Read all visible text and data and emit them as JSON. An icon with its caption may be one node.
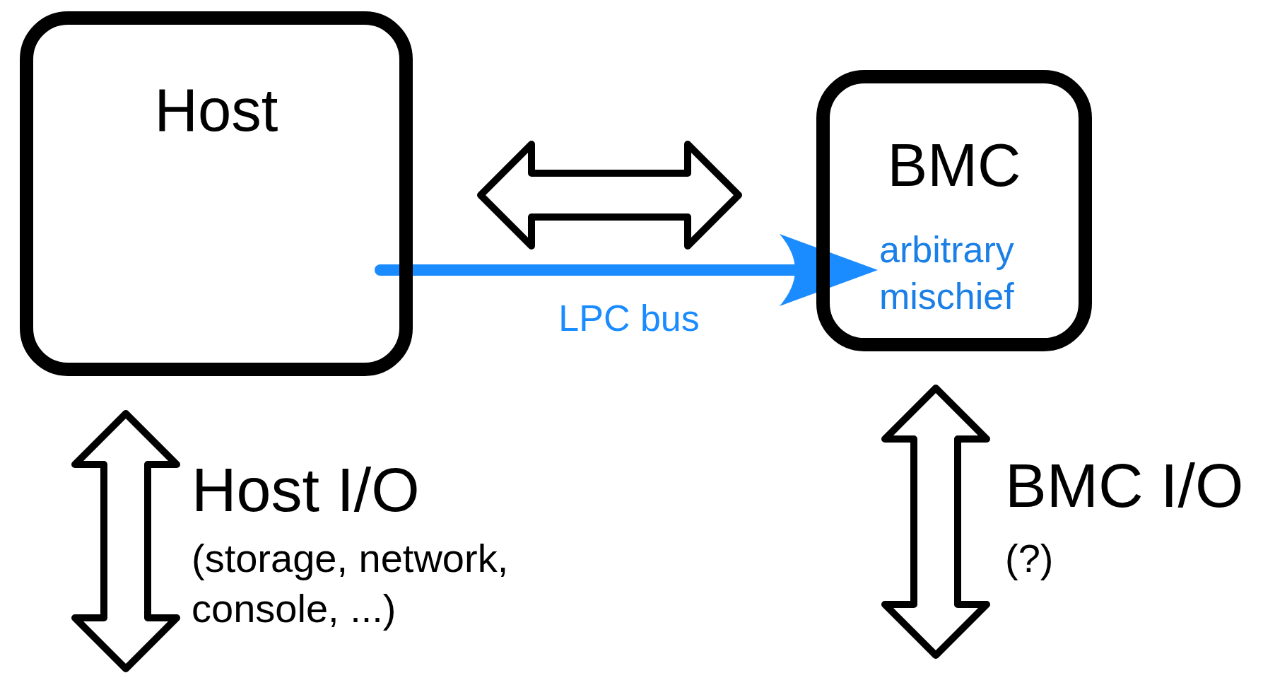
{
  "diagram": {
    "nodes": [
      {
        "text": [
          "Host"
        ]
      },
      {
        "text": [
          "BMC",
          "arbitrary mischief"
        ]
      }
    ],
    "edges": [
      {
        "from": 0,
        "to": 1,
        "arrow": "both",
        "style": "thick"
      },
      {
        "from": 0,
        "to": 1,
        "arrow": "to",
        "label": "LPC bus",
        "color": "#1a8cff"
      },
      {
        "from": 0,
        "to": null,
        "arrow": "both",
        "style": "thick"
      },
      {
        "from": 1,
        "to": null,
        "arrow": "both",
        "style": "thick"
      }
    ],
    "labels": [
      "Host I/O",
      "(storage, network, console, ...)",
      "BMC I/O",
      "(?)"
    ]
  }
}
